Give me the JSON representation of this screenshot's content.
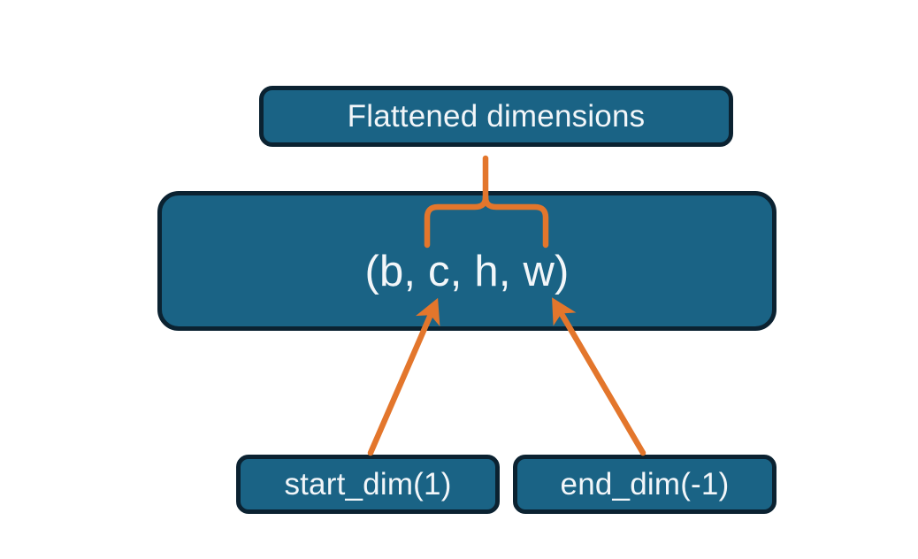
{
  "diagram": {
    "title_node": {
      "label": "Flattened dimensions",
      "name": "flattened-dimensions-box"
    },
    "shape_node": {
      "label": "(b, c, h, w)",
      "name": "tensor-shape-box",
      "dims": [
        "b",
        "c",
        "h",
        "w"
      ]
    },
    "arg_nodes": [
      {
        "label": "start_dim(1)",
        "name": "start-dim-box",
        "value": 1
      },
      {
        "label": "end_dim(-1)",
        "name": "end-dim-box",
        "value": -1
      }
    ],
    "connectors": [
      {
        "name": "brace-connector",
        "kind": "curly-brace",
        "from": "shape_node.dims[c..w]",
        "to": "title_node",
        "color": "#E3762C"
      },
      {
        "name": "start-dim-arrow",
        "kind": "arrow",
        "from": "start_dim_box",
        "to": "shape_node.dims.c",
        "color": "#E3762C"
      },
      {
        "name": "end-dim-arrow",
        "kind": "arrow",
        "from": "end_dim_box",
        "to": "shape_node.dims.w",
        "color": "#E3762C"
      }
    ],
    "colors": {
      "box_fill": "#1A6385",
      "box_border": "#0B2231",
      "text": "#F2F6F9",
      "accent": "#E3762C",
      "background": "#FFFFFF"
    }
  }
}
